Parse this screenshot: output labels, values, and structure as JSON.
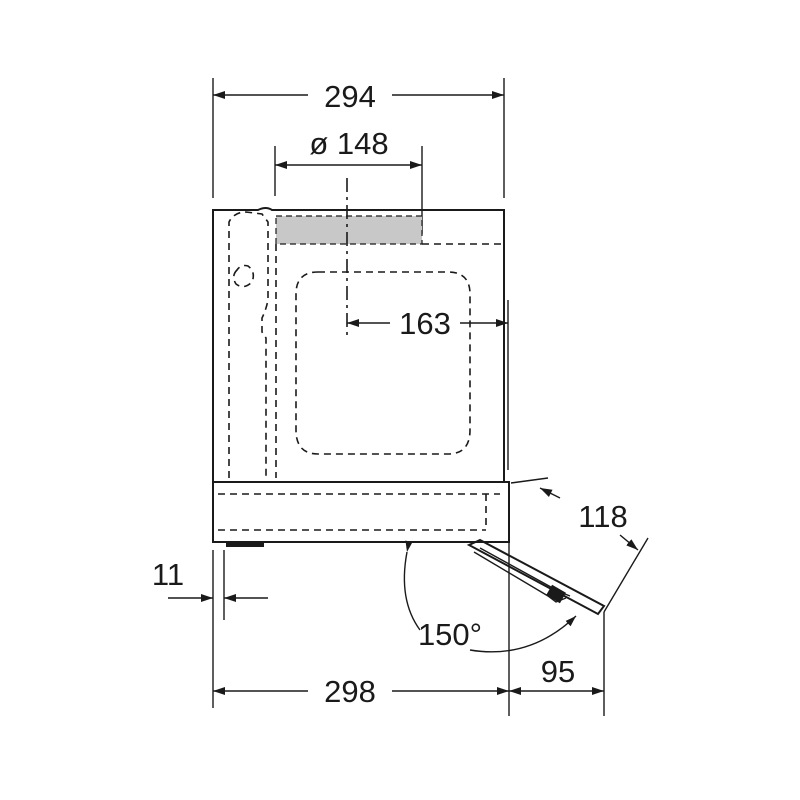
{
  "dimensions": {
    "width_top": "294",
    "duct_diameter": "ø 148",
    "duct_offset": "163",
    "door_thickness": "118",
    "panel_offset": "11",
    "angle": "150°",
    "depth_bottom": "298",
    "door_projection": "95"
  },
  "colors": {
    "line": "#1a1a1a",
    "duct_fill": "#c8c8c8",
    "background": "#ffffff"
  }
}
